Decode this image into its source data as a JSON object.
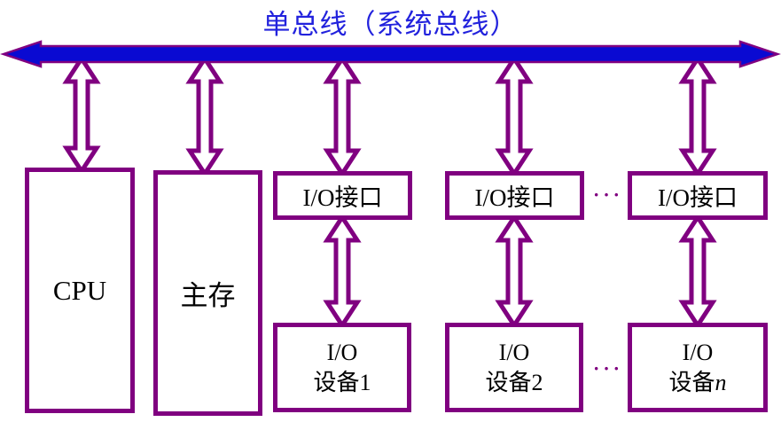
{
  "title": "单总线（系统总线）",
  "colors": {
    "bus_fill": "#0a0ad2",
    "connector_purple": "#800080",
    "title_blue": "#2222dd",
    "label_black": "#000000"
  },
  "nodes": {
    "cpu": {
      "label": "CPU"
    },
    "memory": {
      "label": "主存"
    },
    "interfaces": [
      {
        "label": "I/O接口"
      },
      {
        "label": "I/O接口"
      },
      {
        "label": "I/O接口"
      }
    ],
    "devices": [
      {
        "line1": "I/O",
        "line2_prefix": "设备",
        "line2_suffix": "1"
      },
      {
        "line1": "I/O",
        "line2_prefix": "设备",
        "line2_suffix": "2"
      },
      {
        "line1": "I/O",
        "line2_prefix": "设备",
        "line2_suffix": "n"
      }
    ]
  },
  "ellipsis": {
    "between_interfaces": "···",
    "between_devices": "···"
  }
}
